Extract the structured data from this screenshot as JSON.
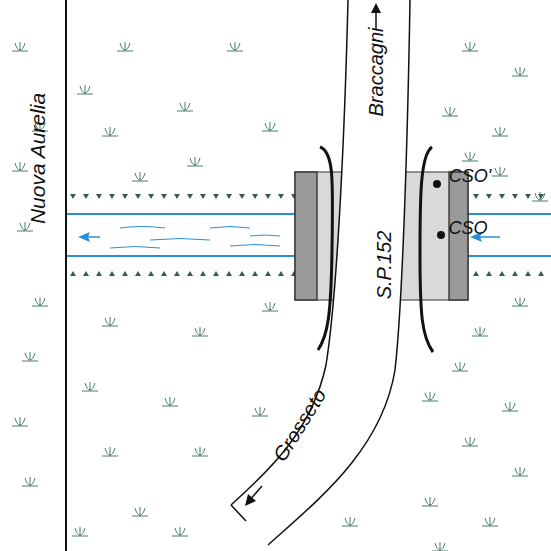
{
  "diagram": {
    "labels": [
      "Nuova Aurelia",
      "Braccagni",
      "S.P.152",
      "Grosseto",
      "CSO'",
      "CSO"
    ]
  }
}
